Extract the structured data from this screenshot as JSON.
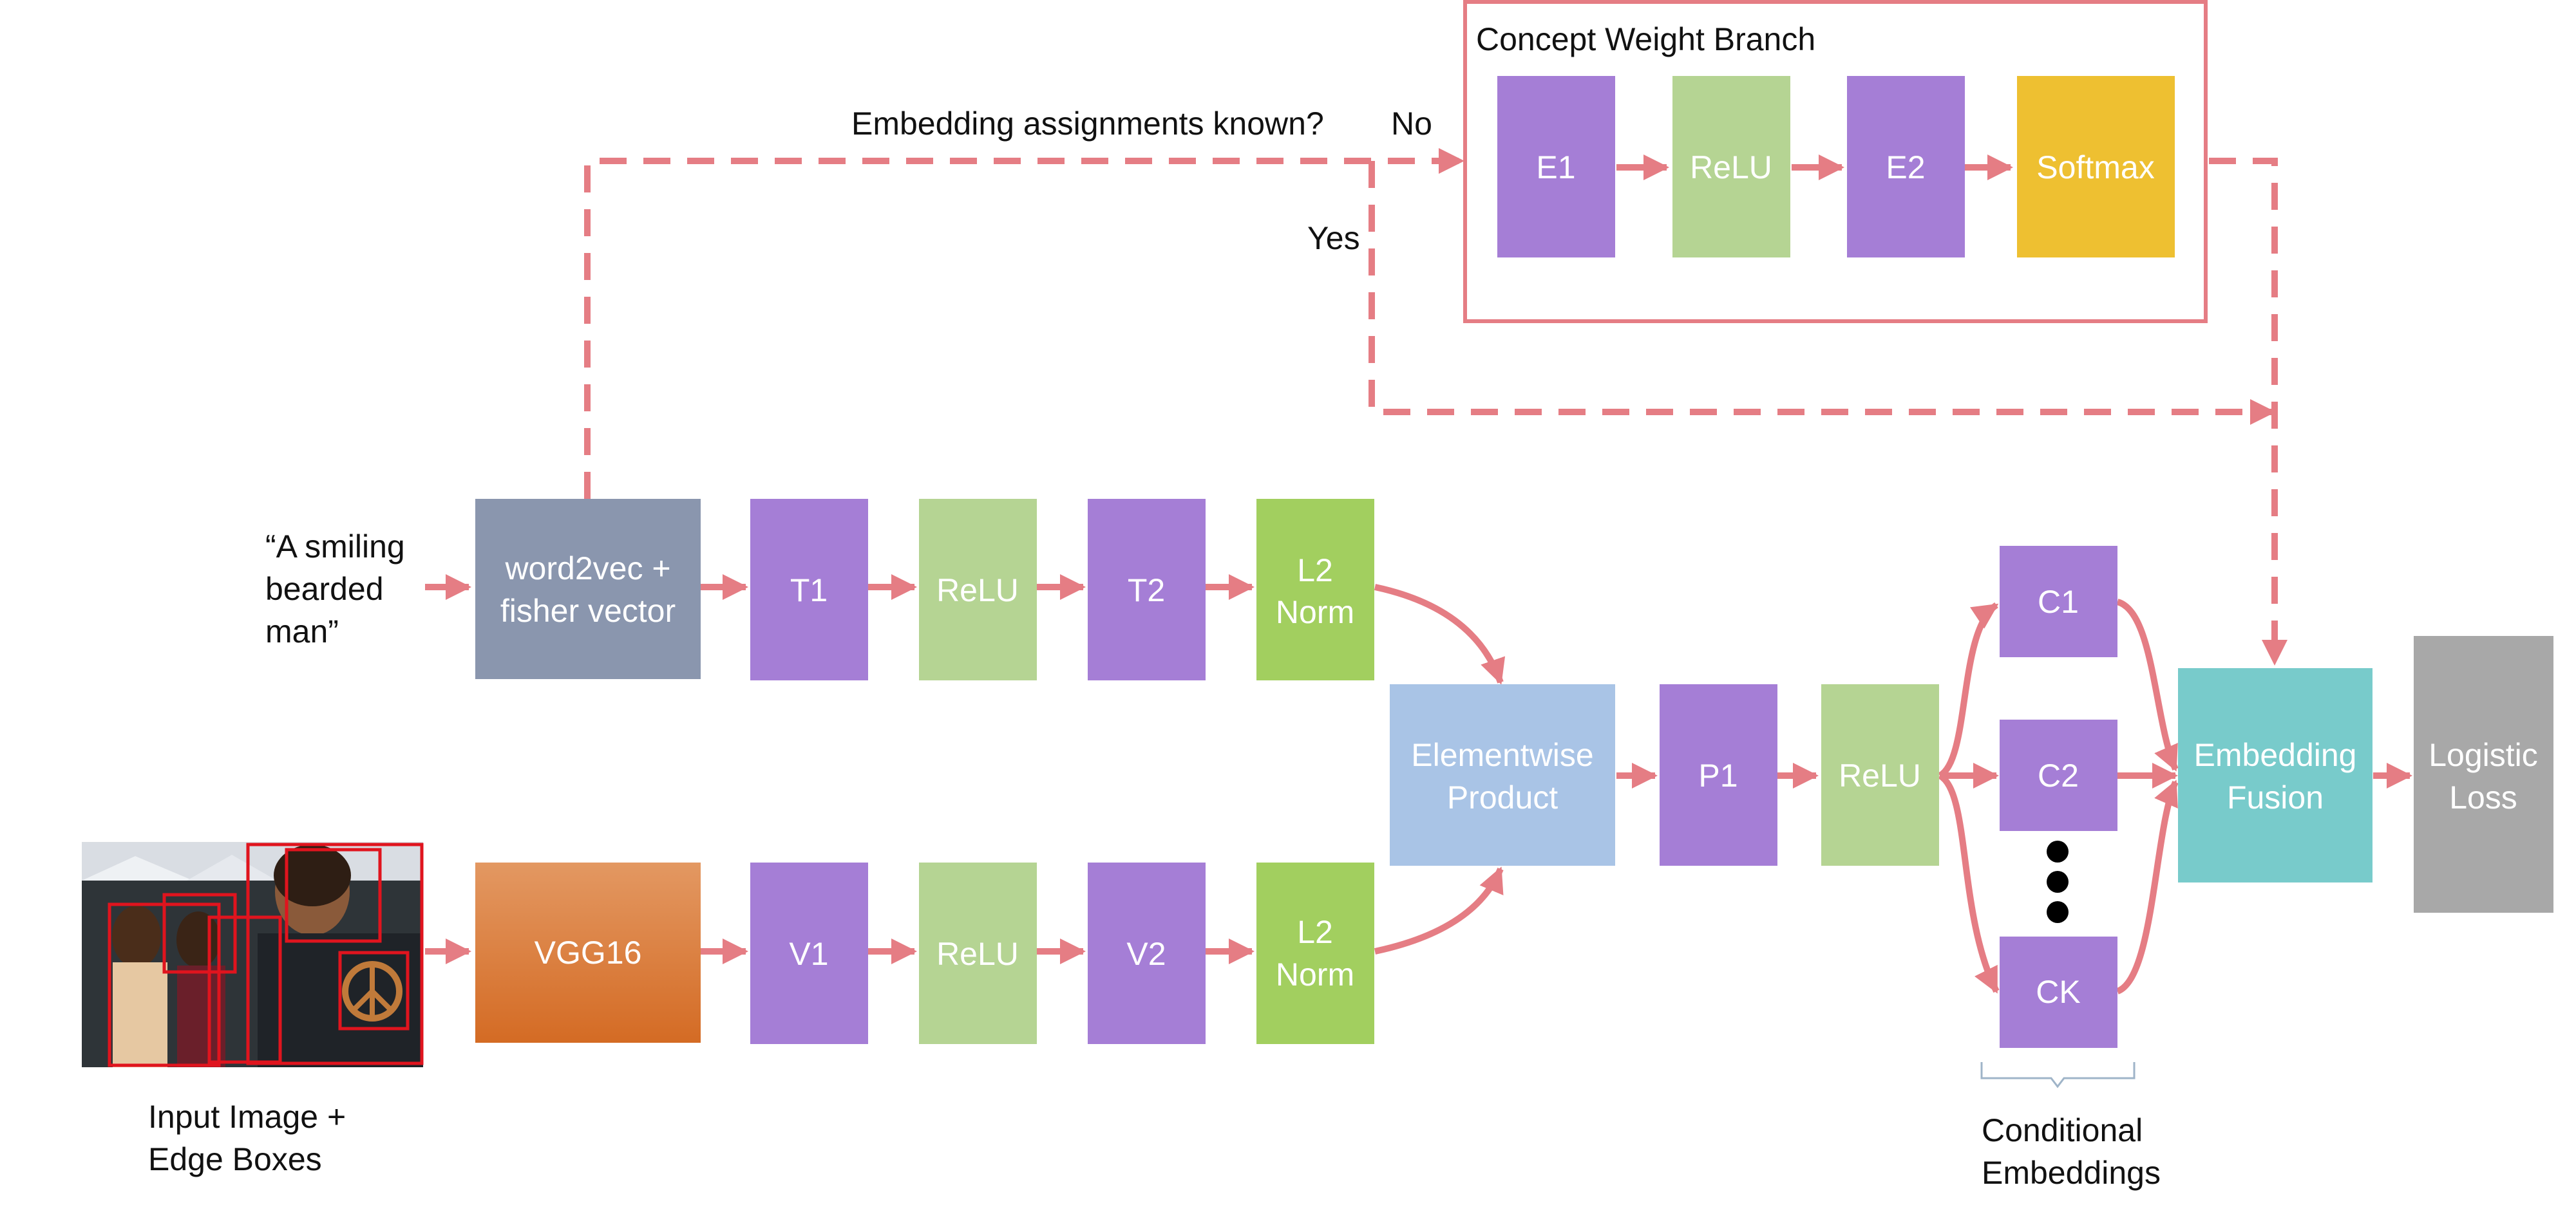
{
  "colors": {
    "arrow": "#e57d84",
    "linear_layer": "#a57ed6",
    "relu": "#b5d493",
    "l2_norm": "#a2cf5f",
    "softmax": "#eec031",
    "text_encoder": "#8a96ae",
    "vgg16": "#dd7a32",
    "elementwise": "#a9c4e6",
    "fusion": "#78cbcb",
    "loss": "#a8a8a8",
    "branch_border": "#e57d84"
  },
  "text_input": {
    "line1": "“A smiling",
    "line2": "bearded",
    "line3": "man”"
  },
  "image_input": {
    "caption_line1": "Input Image +",
    "caption_line2": "Edge Boxes"
  },
  "nodes": {
    "word2vec": {
      "line1": "word2vec +",
      "line2": "fisher vector"
    },
    "t1": {
      "label": "T1"
    },
    "relu_text": {
      "label": "ReLU"
    },
    "t2": {
      "label": "T2"
    },
    "l2_text": {
      "line1": "L2",
      "line2": "Norm"
    },
    "vgg16": {
      "label": "VGG16"
    },
    "v1": {
      "label": "V1"
    },
    "relu_img": {
      "label": "ReLU"
    },
    "v2": {
      "label": "V2"
    },
    "l2_img": {
      "line1": "L2",
      "line2": "Norm"
    },
    "elementwise": {
      "line1": "Elementwise",
      "line2": "Product"
    },
    "p1": {
      "label": "P1"
    },
    "relu_p": {
      "label": "ReLU"
    },
    "c1": {
      "label": "C1"
    },
    "c2": {
      "label": "C2"
    },
    "ck": {
      "label": "CK"
    },
    "fusion": {
      "line1": "Embedding",
      "line2": "Fusion"
    },
    "loss": {
      "line1": "Logistic",
      "line2": "Loss"
    }
  },
  "concept_branch": {
    "title": "Concept Weight Branch",
    "e1": "E1",
    "relu": "ReLU",
    "e2": "E2",
    "softmax": "Softmax"
  },
  "decision": {
    "question": "Embedding assignments known?",
    "no": "No",
    "yes": "Yes"
  },
  "conditional_embeddings": {
    "line1": "Conditional",
    "line2": "Embeddings"
  }
}
